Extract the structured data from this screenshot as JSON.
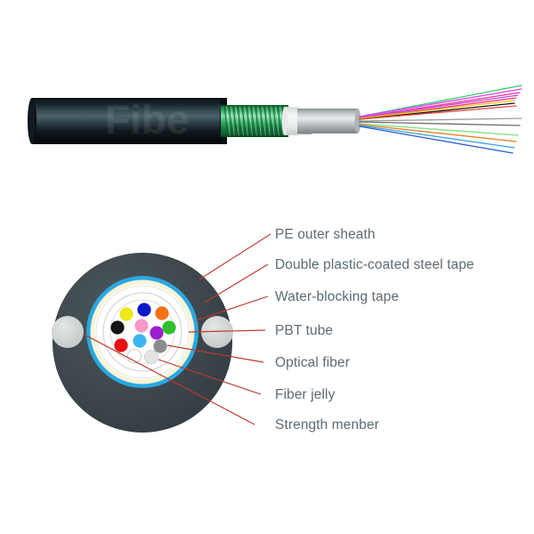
{
  "figure": {
    "title": "Fiber optic cable construction diagram",
    "background_color": "#ffffff",
    "watermark_text": "Fibe",
    "label_text_color": "#5c6a74",
    "leader_line_color": "#c0392b"
  },
  "cable_photo": {
    "name": "armored-fiber-optic-cable-cutaway",
    "sheath_color": "#0d1518",
    "armor_color": "#2fa45e",
    "inner_tube_color": "#b9bfc2",
    "strength_member_color": "#1a1a1a",
    "fiber_strand_colors": [
      "#2ecc71",
      "#e040fb",
      "#ff3399",
      "#9b59b6",
      "#ff2d7a",
      "#f1c40f",
      "#111111",
      "#e74c3c",
      "#8c8c8c",
      "#6e6e6e",
      "#7fe07f",
      "#e67e22",
      "#2f7fd0",
      "#2f5fd0"
    ]
  },
  "cross_section": {
    "name": "cable-cross-section",
    "outer_sheath_color": "#3d474c",
    "steel_tape_color": "#29a8e0",
    "water_blocking_tape_color": "#f6f2d4",
    "jelly_color": "#ffffff",
    "strength_member_color": "#d0d2d3",
    "pbt_tube_outline_color": "#c9c9c9",
    "optical_fibers": [
      {
        "name": "fiber-blue",
        "color": "#0a18c8"
      },
      {
        "name": "fiber-orange",
        "color": "#f47216"
      },
      {
        "name": "fiber-yellow",
        "color": "#ece81a"
      },
      {
        "name": "fiber-pink",
        "color": "#f79ac6"
      },
      {
        "name": "fiber-green",
        "color": "#2fbf2f"
      },
      {
        "name": "fiber-black",
        "color": "#141414"
      },
      {
        "name": "fiber-violet",
        "color": "#9b1fd0"
      },
      {
        "name": "fiber-red",
        "color": "#e71111"
      },
      {
        "name": "fiber-cyan",
        "color": "#3bb5ef"
      },
      {
        "name": "fiber-grey",
        "color": "#8c8c8c"
      },
      {
        "name": "fiber-white",
        "color": "#ffffff"
      },
      {
        "name": "fiber-light-grey",
        "color": "#e3e5e5"
      }
    ]
  },
  "callouts": [
    {
      "id": "pe-outer-sheath",
      "label": "PE outer sheath"
    },
    {
      "id": "double-plastic-coated-steel-tape",
      "label": "Double plastic-coated steel tape"
    },
    {
      "id": "water-blocking-tape",
      "label": "Water-blocking tape"
    },
    {
      "id": "pbt-tube",
      "label": "PBT tube"
    },
    {
      "id": "optical-fiber",
      "label": "Optical fiber"
    },
    {
      "id": "fiber-jelly",
      "label": "Fiber jelly"
    },
    {
      "id": "strength-member",
      "label": "Strength menber"
    }
  ]
}
